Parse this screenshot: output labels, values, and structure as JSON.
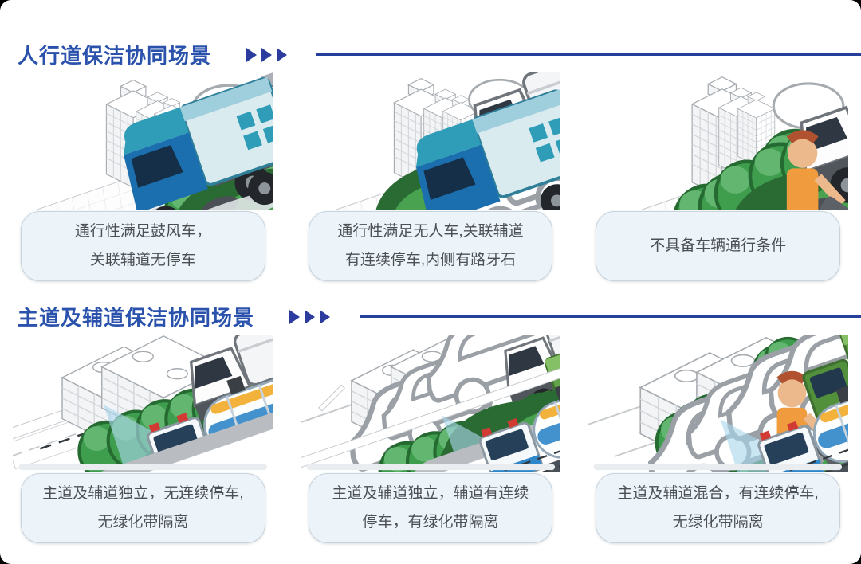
{
  "colors": {
    "canvas_bg": "#ffffff",
    "title_blue": "#2a52ac",
    "arrow_blue": "#2b3c9e",
    "divider_blue": "#24409c",
    "caption_bg": "#edf4f9",
    "caption_border": "#c7d3dd",
    "caption_text": "#4b5055"
  },
  "icons": {
    "section_marker": "▶▶▶"
  },
  "sections": [
    {
      "title": "人行道保洁协同场景",
      "cards": [
        {
          "scene": "sidewalk-passable-blower-vehicle",
          "lines": [
            "通行性满足鼓风车，",
            "关联辅道无停车"
          ]
        },
        {
          "scene": "sidewalk-passable-unmanned-vehicle",
          "lines": [
            "通行性满足无人车,关联辅道",
            "有连续停车,内侧有路牙石"
          ]
        },
        {
          "scene": "sidewalk-not-passable",
          "lines": [
            "不具备车辆通行条件"
          ]
        }
      ]
    },
    {
      "title": "主道及辅道保洁协同场景",
      "cards": [
        {
          "scene": "roads-independent-no-parking",
          "lines": [
            "主道及辅道独立，无连续停车,",
            "无绿化带隔离"
          ]
        },
        {
          "scene": "roads-independent-parking-greenbelt",
          "lines": [
            "主道及辅道独立，辅道有连续",
            "停车，有绿化带隔离"
          ]
        },
        {
          "scene": "roads-mixed-continuous-parking",
          "lines": [
            "主道及辅道混合，有连续停车,",
            "无绿化带隔离"
          ]
        }
      ]
    }
  ]
}
